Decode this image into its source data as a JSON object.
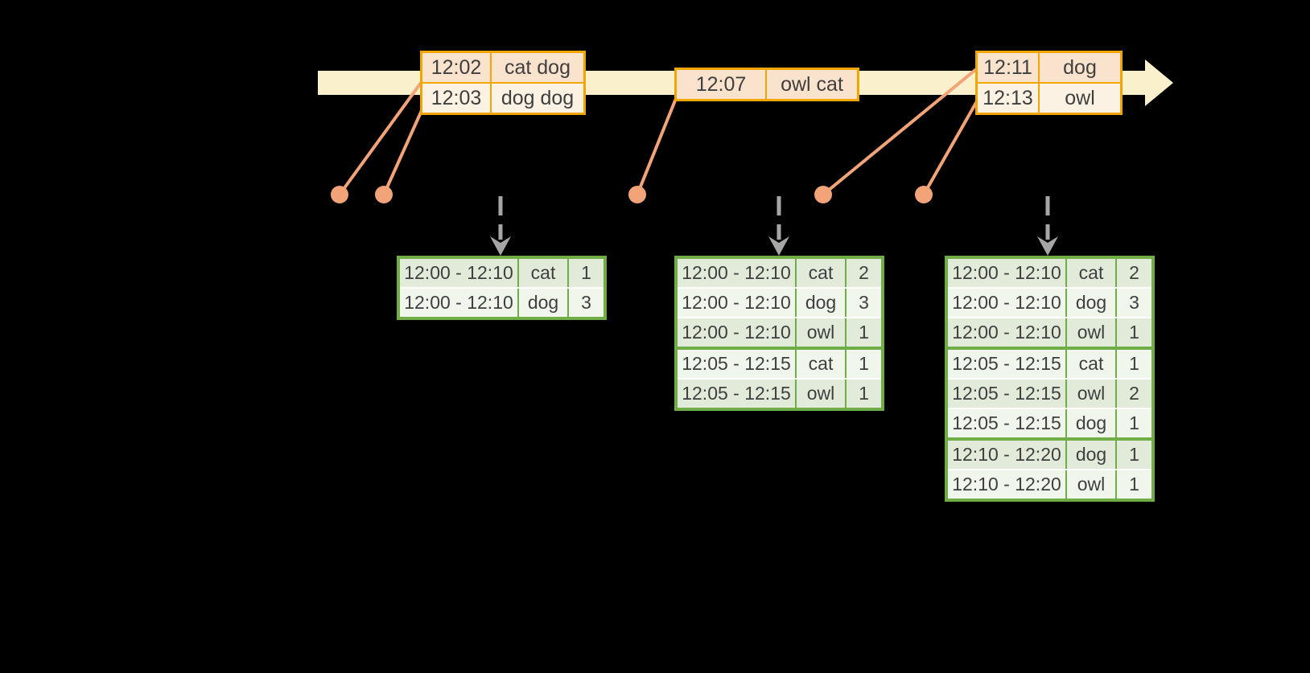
{
  "colors": {
    "background": "#000000",
    "timeline_band": "#FAF0CB",
    "event_border": "#F0A500",
    "event_row_peach": "#FAE3CD",
    "event_row_cream": "#FCF2E3",
    "connector": "#F2A478",
    "trigger_arrow": "#A6A6A6",
    "result_border": "#70AD47",
    "result_row_sage": "#E2EBDA",
    "result_row_light": "#F1F6EC",
    "text": "#3F3F3F"
  },
  "event_tables": [
    {
      "rows": [
        {
          "time": "12:02",
          "words": "cat dog"
        },
        {
          "time": "12:03",
          "words": "dog dog"
        }
      ]
    },
    {
      "rows": [
        {
          "time": "12:07",
          "words": "owl cat"
        }
      ]
    },
    {
      "rows": [
        {
          "time": "12:11",
          "words": "dog"
        },
        {
          "time": "12:13",
          "words": "owl"
        }
      ]
    }
  ],
  "result_tables": [
    {
      "rows": [
        {
          "window": "12:00 - 12:10",
          "key": "cat",
          "count": "1"
        },
        {
          "window": "12:00 - 12:10",
          "key": "dog",
          "count": "3"
        }
      ]
    },
    {
      "rows": [
        {
          "window": "12:00 - 12:10",
          "key": "cat",
          "count": "2"
        },
        {
          "window": "12:00 - 12:10",
          "key": "dog",
          "count": "3"
        },
        {
          "window": "12:00 - 12:10",
          "key": "owl",
          "count": "1"
        },
        {
          "window": "12:05 - 12:15",
          "key": "cat",
          "count": "1"
        },
        {
          "window": "12:05 - 12:15",
          "key": "owl",
          "count": "1"
        }
      ]
    },
    {
      "rows": [
        {
          "window": "12:00 - 12:10",
          "key": "cat",
          "count": "2"
        },
        {
          "window": "12:00 - 12:10",
          "key": "dog",
          "count": "3"
        },
        {
          "window": "12:00 - 12:10",
          "key": "owl",
          "count": "1"
        },
        {
          "window": "12:05 - 12:15",
          "key": "cat",
          "count": "1"
        },
        {
          "window": "12:05 - 12:15",
          "key": "owl",
          "count": "2"
        },
        {
          "window": "12:05 - 12:15",
          "key": "dog",
          "count": "1"
        },
        {
          "window": "12:10 - 12:20",
          "key": "dog",
          "count": "1"
        },
        {
          "window": "12:10 - 12:20",
          "key": "owl",
          "count": "1"
        }
      ]
    }
  ]
}
